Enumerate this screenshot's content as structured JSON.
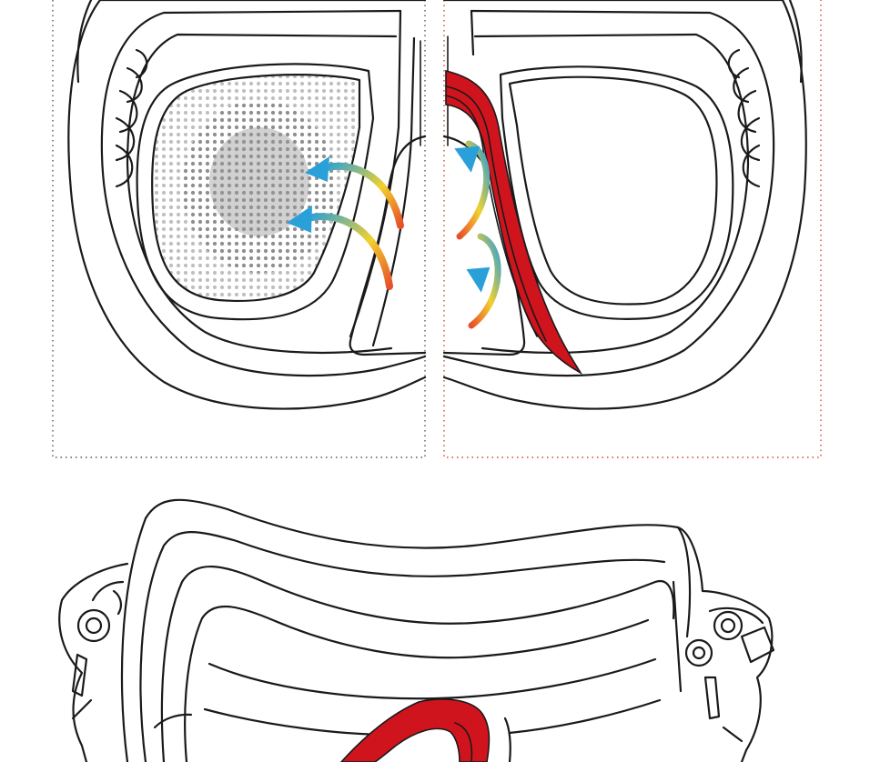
{
  "diagram": {
    "labels": [],
    "colors": {
      "outline": "#1a1a1a",
      "background": "#ffffff",
      "divider_left": "#555555",
      "divider_right": "#d0463c",
      "channel_red": "#d0141e",
      "fog_gray": "#8a8a8a",
      "airflow_warm": "#e8502a",
      "airflow_mid": "#f2d12e",
      "airflow_cool": "#2aa0d8"
    },
    "panels": [
      {
        "name": "front-view-left-half",
        "state": "fogged lens"
      },
      {
        "name": "front-view-right-half",
        "state": "clear lens with side channel"
      },
      {
        "name": "three-quarter-view",
        "state": "mask with red nose pocket"
      }
    ]
  }
}
